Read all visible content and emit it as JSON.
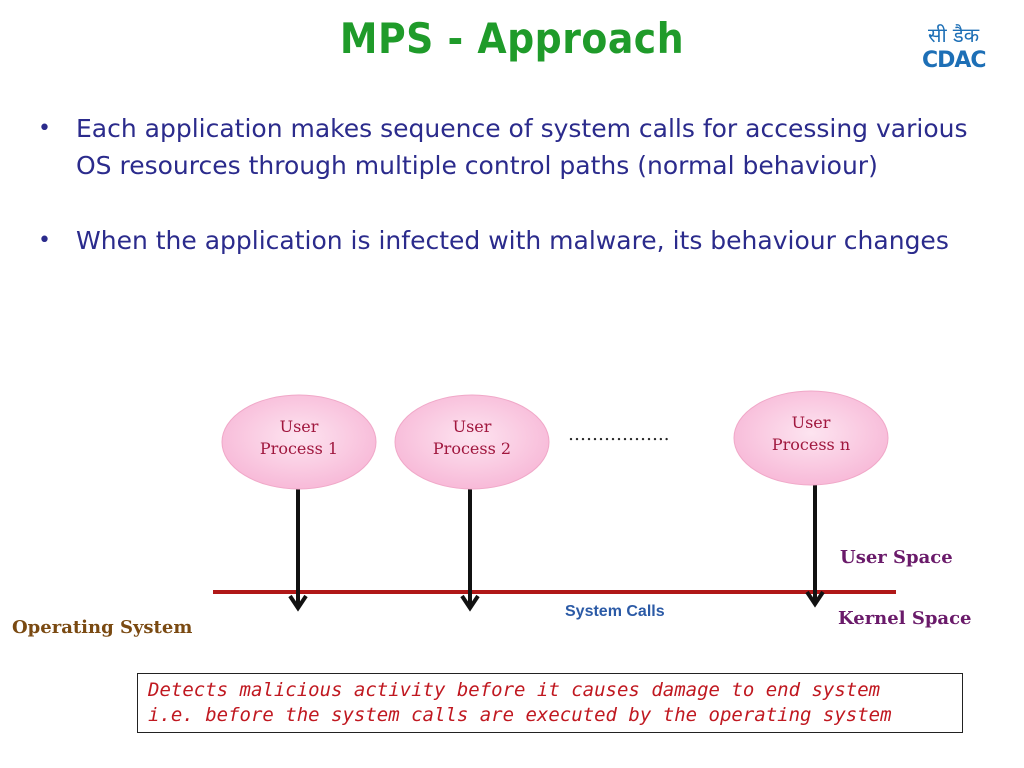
{
  "title": "MPS - Approach",
  "logo": {
    "hindi": "सी डैक",
    "latin": "CDAC"
  },
  "bullets": [
    {
      "marker": "•",
      "text": "Each application makes sequence of system calls for accessing various OS resources through multiple control paths (normal behaviour)"
    },
    {
      "marker": "•",
      "text": "When the application is infected with malware, its behaviour changes"
    }
  ],
  "diagram": {
    "processes": [
      {
        "line1": "User",
        "line2": "Process 1"
      },
      {
        "line1": "User",
        "line2": "Process 2"
      },
      {
        "line1": "User",
        "line2": "Process n"
      }
    ],
    "ellipsis": "……………..",
    "user_space": "User Space",
    "kernel_space": "Kernel Space",
    "system_calls": "System Calls",
    "operating_system": "Operating System"
  },
  "note": {
    "line1": "Detects malicious activity before it causes damage to end system",
    "line2": "i.e. before the system calls are executed by the operating system"
  },
  "colors": {
    "title": "#1f9b2a",
    "bullet_text": "#2b2b8c",
    "process_fill": "#f9bedd",
    "process_text": "#a0173e",
    "boundary_line": "#b01818",
    "note_text": "#c01820",
    "logo": "#1d6fb6"
  }
}
